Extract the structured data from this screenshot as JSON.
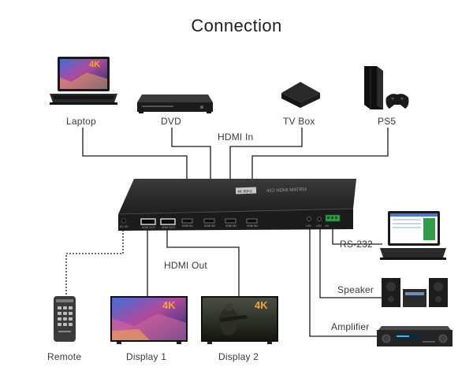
{
  "title": "Connection",
  "device": {
    "brand_text": "4X2 HDMI MATRIX",
    "tag_text": "4K 60Hz",
    "inputs": [
      "HDMI IN1",
      "HDMI IN2",
      "HDMI IN3",
      "HDMI IN4"
    ],
    "outputs": [
      "HDMI OUT1",
      "HDMI OUT2"
    ],
    "power_text": "DC 5V",
    "audio_ports": [
      "L/R1",
      "L/R2",
      "L/R"
    ],
    "badge_text": "4K"
  },
  "sources": [
    {
      "label": "Laptop",
      "icon": "laptop-icon"
    },
    {
      "label": "DVD",
      "icon": "dvd-player-icon"
    },
    {
      "label": "TV Box",
      "icon": "tv-box-icon"
    },
    {
      "label": "PS5",
      "icon": "game-console-icon"
    }
  ],
  "group_labels": {
    "hdmi_in": "HDMI In",
    "hdmi_out": "HDMI Out"
  },
  "displays": [
    {
      "label": "Display 1",
      "badge": "4K"
    },
    {
      "label": "Display 2",
      "badge": "4K"
    }
  ],
  "peripherals": [
    {
      "label": "Remote",
      "icon": "remote-icon"
    },
    {
      "label": "RS-232",
      "icon": "rs232-laptop-icon"
    },
    {
      "label": "Speaker",
      "icon": "speaker-icon"
    },
    {
      "label": "Amplifier",
      "icon": "amplifier-icon"
    }
  ],
  "colors": {
    "cable": "#1a1a1a",
    "device": "#2a2a2a",
    "terminal": "#2e9d46",
    "badge": "#f5a623"
  }
}
